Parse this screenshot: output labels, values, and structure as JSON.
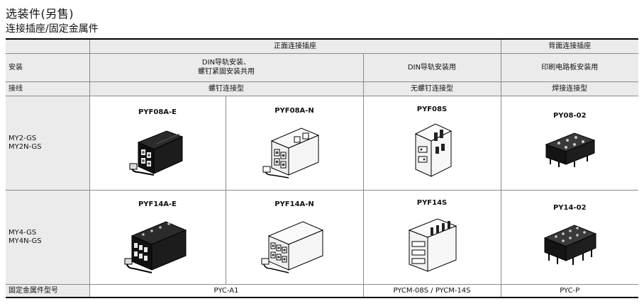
{
  "heading": {
    "title": "选装件(另售)",
    "subtitle": "连接插座/固定金属件"
  },
  "table": {
    "header": {
      "front": "正面连接插座",
      "back": "背面连接插座"
    },
    "install": {
      "label": "安装",
      "din_screw": [
        "DIN导轨安装、",
        "螺钉紧固安装共用"
      ],
      "din_only": "DIN导轨安装用",
      "pcb": "印刷电路板安装用"
    },
    "wiring": {
      "label": "接线",
      "screw": "螺钉连接型",
      "screwless": "无螺钉连接型",
      "solder": "焊接连接型"
    },
    "rows": [
      {
        "models": [
          "MY2-GS",
          "MY2N-GS"
        ],
        "products": [
          "PYF08A-E",
          "PYF08A-N",
          "PYF08S",
          "PY08-02"
        ]
      },
      {
        "models": [
          "MY4-GS",
          "MY4N-GS"
        ],
        "products": [
          "PYF14A-E",
          "PYF14A-N",
          "PYF14S",
          "PY14-02"
        ]
      }
    ],
    "bracket": {
      "label": "固定金属件型号",
      "screw": "PYC-A1",
      "screwless": "PYCM-08S / PYCM-14S",
      "pcb": "PYC-P"
    }
  },
  "images": [
    {
      "icon": "socket-black-8pin"
    },
    {
      "icon": "socket-white-8pin"
    },
    {
      "icon": "socket-screwless-8pin"
    },
    {
      "icon": "socket-pcb-8pin"
    },
    {
      "icon": "socket-black-14pin"
    },
    {
      "icon": "socket-white-14pin"
    },
    {
      "icon": "socket-screwless-14pin"
    },
    {
      "icon": "socket-pcb-14pin"
    }
  ]
}
